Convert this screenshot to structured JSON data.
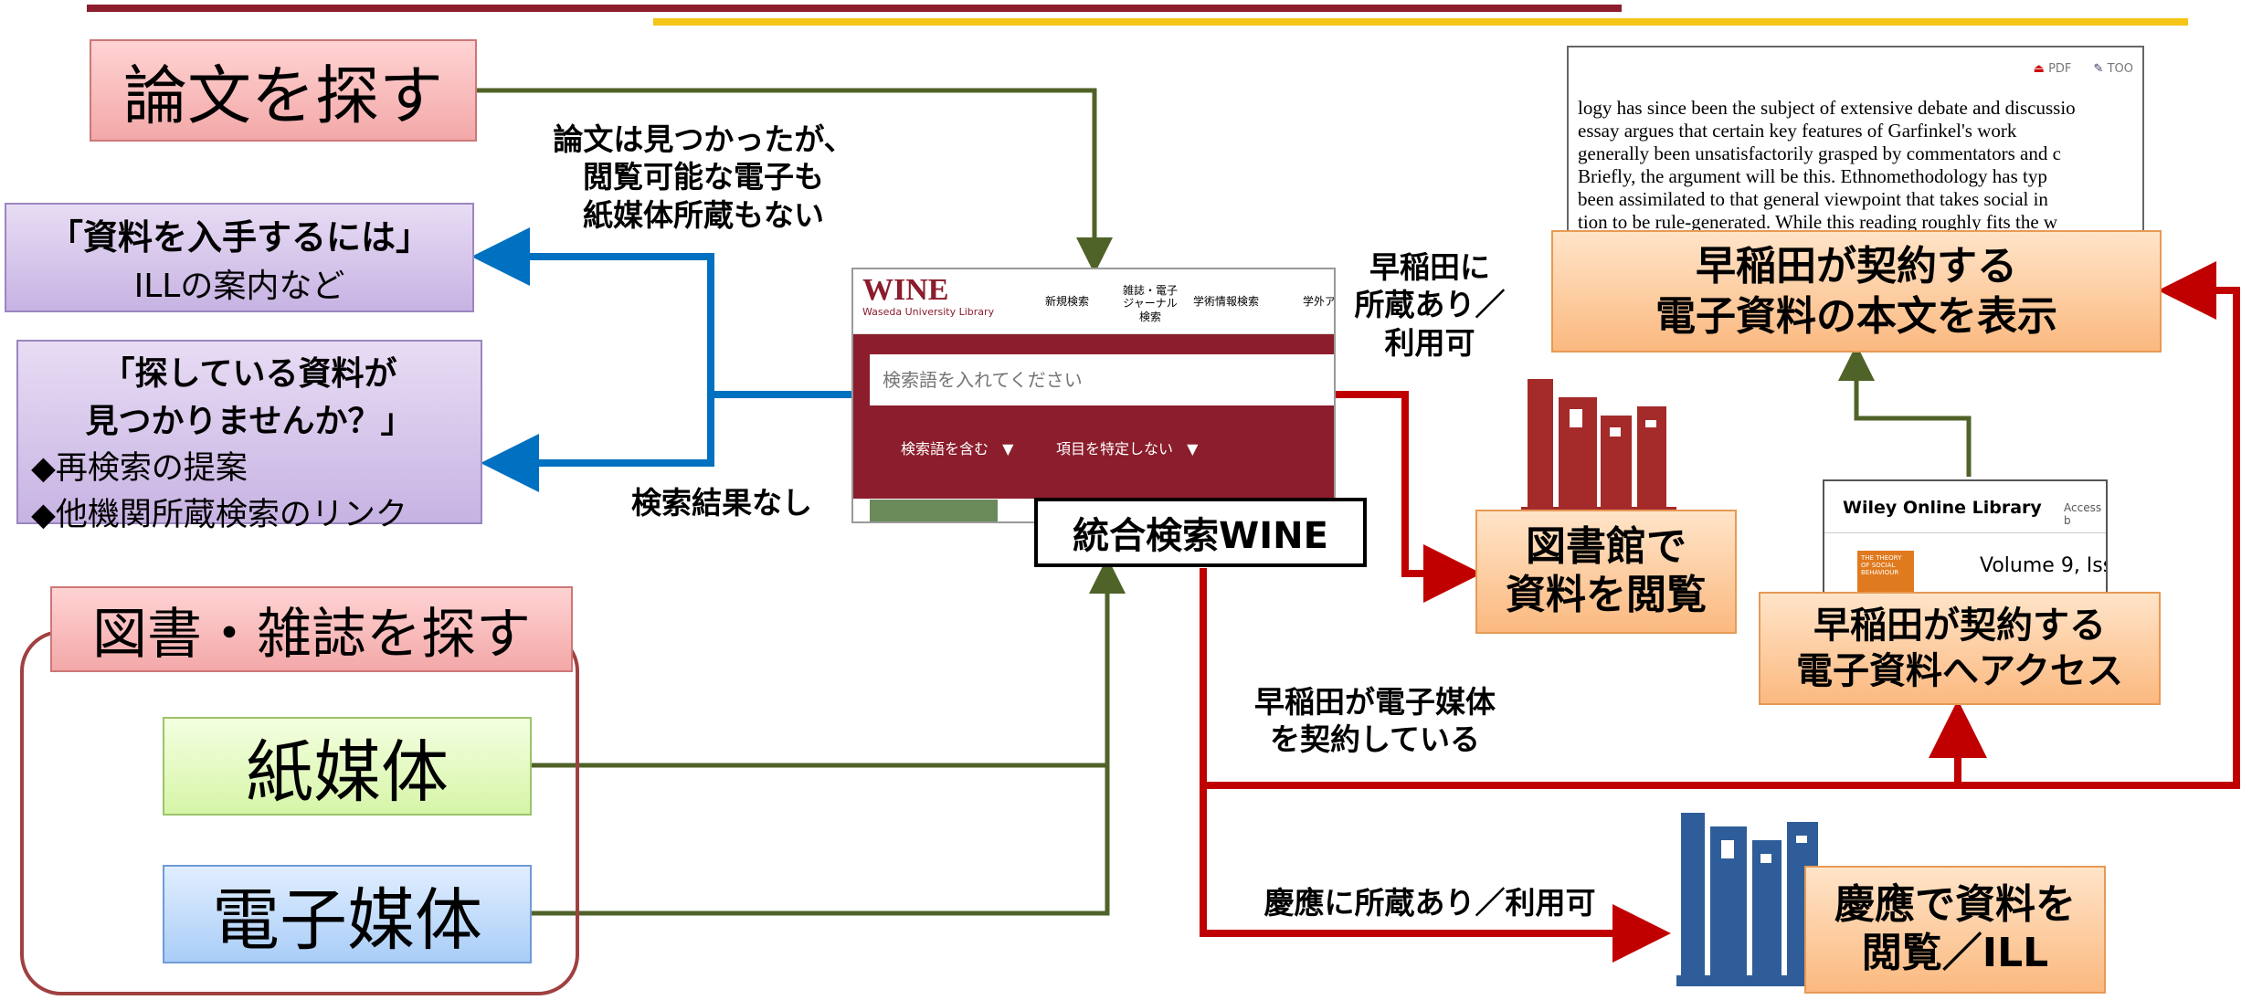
{
  "colors": {
    "red_line": "#c00000",
    "blue_line": "#0070c0",
    "green_line": "#4f6228",
    "brand_red": "#8b1d2c",
    "accent_gold": "#f5c518",
    "bookshelf_red": "#a52a2a",
    "bookshelf_blue": "#2e5d99"
  },
  "find_paper": "論文を探す",
  "find_books": "図書・雑誌を探す",
  "paper_media": "紙媒体",
  "electronic_media": "電子媒体",
  "obtain": {
    "title": "「資料を入手するには」",
    "sub": "ILLの案内など"
  },
  "notfound": {
    "title_line1": "「探している資料が",
    "title_line2": "見つかりませんか？」",
    "item1": "◆再検索の提案",
    "item2": "◆他機関所蔵検索のリンク"
  },
  "note_found": {
    "line1": "論文は見つかったが、",
    "line2": "閲覧可能な電子も",
    "line3": "紙媒体所蔵もない"
  },
  "note_noresult": "検索結果なし",
  "wine": {
    "logo": "WINE",
    "logo_sub": "Waseda University Library",
    "nav": [
      "新規検索",
      "雑誌・電子ジャーナル検索",
      "学術情報検索",
      "学外ア"
    ],
    "search_placeholder": "検索語を入れてください",
    "filter1": "検索語を含む",
    "filter2": "項目を特定しない",
    "label": "統合検索WINE"
  },
  "note_waseda_holding": {
    "line1": "早稲田に",
    "line2": "所蔵あり／",
    "line3": "利用可"
  },
  "view_library": {
    "line1": "図書館で",
    "line2": "資料を閲覧"
  },
  "note_waseda_e": {
    "line1": "早稲田が電子媒体",
    "line2": "を契約している"
  },
  "note_keio": "慶應に所蔵あり／利用可",
  "keio_view": {
    "line1": "慶應で資料を",
    "line2": "閲覧／ILL"
  },
  "fulltext": {
    "line1": "早稲田が契約する",
    "line2": "電子資料の本文を表示"
  },
  "access": {
    "line1": "早稲田が契約する",
    "line2": "電子資料へアクセス"
  },
  "article": {
    "toolbar_pdf": "PDF",
    "toolbar_tools": "TOO",
    "lines": [
      "logy has since been the subject of extensive debate and discussio",
      "essay argues that certain key features of Garfinkel's work",
      "generally been unsatisfactorily grasped by commentators and c",
      "Briefly, the argument will be this. Ethnomethodology has typ",
      "been assimilated to that general viewpoint that takes social in",
      "tion to be rule-generated. While this reading roughly fits the w"
    ]
  },
  "wiley": {
    "brand": "Wiley Online Library",
    "access": "Access b",
    "volume": "Volume 9, Issu",
    "cover_title": "THE THEORY OF SOCIAL BEHAVIOUR"
  }
}
